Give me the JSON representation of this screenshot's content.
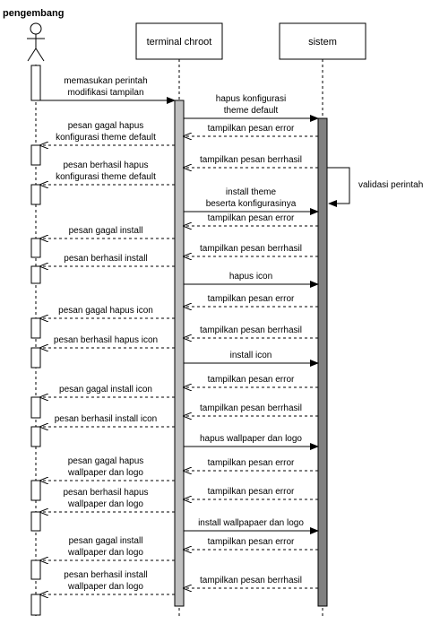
{
  "actor": {
    "name": "pengembang"
  },
  "participants": [
    {
      "id": "terminal",
      "label": "terminal chroot"
    },
    {
      "id": "sistem",
      "label": "sistem"
    }
  ],
  "self_message": {
    "label": "validasi perintah"
  },
  "messages": [
    {
      "lines": [
        "memasukan perintah",
        "modifikasi tampilan"
      ],
      "style": "solid"
    },
    {
      "lines": [
        "hapus konfigurasi",
        "theme default"
      ],
      "style": "solid"
    },
    {
      "lines": [
        "tampilkan pesan error"
      ],
      "style": "dashed"
    },
    {
      "lines": [
        "pesan gagal hapus",
        "konfigurasi theme default"
      ],
      "style": "dashed"
    },
    {
      "lines": [
        "pesan berhasil hapus",
        "konfigurasi theme default"
      ],
      "style": "dashed"
    },
    {
      "lines": [
        "tampilkan pesan berrhasil"
      ],
      "style": "dashed"
    },
    {
      "lines": [
        "install theme",
        "beserta konfigurasinya"
      ],
      "style": "solid"
    },
    {
      "lines": [
        "tampilkan pesan error"
      ],
      "style": "dashed"
    },
    {
      "lines": [
        "pesan gagal install"
      ],
      "style": "dashed"
    },
    {
      "lines": [
        "tampilkan pesan berrhasil"
      ],
      "style": "dashed"
    },
    {
      "lines": [
        "pesan berhasil install"
      ],
      "style": "dashed"
    },
    {
      "lines": [
        "hapus icon"
      ],
      "style": "solid"
    },
    {
      "lines": [
        "tampilkan pesan error"
      ],
      "style": "dashed"
    },
    {
      "lines": [
        "pesan gagal hapus icon"
      ],
      "style": "dashed"
    },
    {
      "lines": [
        "tampilkan pesan berrhasil"
      ],
      "style": "dashed"
    },
    {
      "lines": [
        "pesan berhasil hapus icon"
      ],
      "style": "dashed"
    },
    {
      "lines": [
        "install icon"
      ],
      "style": "solid"
    },
    {
      "lines": [
        "tampilkan pesan error"
      ],
      "style": "dashed"
    },
    {
      "lines": [
        "pesan gagal install icon"
      ],
      "style": "dashed"
    },
    {
      "lines": [
        "tampilkan pesan berrhasil"
      ],
      "style": "dashed"
    },
    {
      "lines": [
        "pesan berhasil install icon"
      ],
      "style": "dashed"
    },
    {
      "lines": [
        "hapus wallpaper dan logo"
      ],
      "style": "solid"
    },
    {
      "lines": [
        "tampilkan pesan error"
      ],
      "style": "dashed"
    },
    {
      "lines": [
        "pesan gagal hapus",
        "wallpaper dan logo"
      ],
      "style": "dashed"
    },
    {
      "lines": [
        "tampilkan pesan error"
      ],
      "style": "dashed"
    },
    {
      "lines": [
        "pesan berhasil hapus",
        "wallpaper dan logo"
      ],
      "style": "dashed"
    },
    {
      "lines": [
        "install wallpapaer dan logo"
      ],
      "style": "solid"
    },
    {
      "lines": [
        "tampilkan pesan error"
      ],
      "style": "dashed"
    },
    {
      "lines": [
        "pesan gagal install",
        "wallpaper dan logo"
      ],
      "style": "dashed"
    },
    {
      "lines": [
        "tampilkan pesan berrhasil"
      ],
      "style": "dashed"
    },
    {
      "lines": [
        "pesan berhasil install",
        "wallpaper dan logo"
      ],
      "style": "dashed"
    }
  ],
  "colors": {
    "line": "#000000",
    "terminal_activation": "#c0c0c0",
    "sistem_activation": "#808080",
    "actor_activation": "#ffffff"
  }
}
